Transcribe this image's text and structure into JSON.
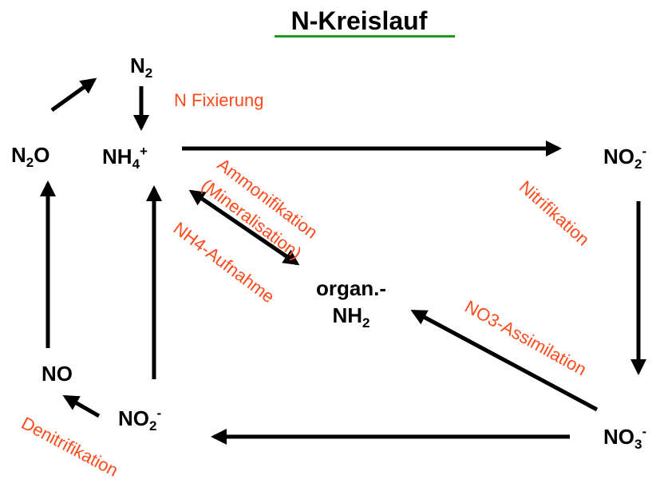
{
  "title": "N-Kreislauf",
  "colors": {
    "process_text": "#ff4a1c",
    "title_underline": "#1f9a1f",
    "node_text": "#000000"
  },
  "nodes": {
    "n2": {
      "base": "N",
      "sub": "2",
      "sup": ""
    },
    "nh4": {
      "base": "NH",
      "sub": "4",
      "sup": "+"
    },
    "n2o": {
      "pre": "N",
      "sub": "2",
      "post": "O"
    },
    "no2_right": {
      "base": "NO",
      "sub": "2",
      "sup": "-"
    },
    "organ": {
      "line1": "organ.-",
      "base": "NH",
      "sub": "2"
    },
    "no": "NO",
    "no2_left": {
      "base": "NO",
      "sub": "2",
      "sup": "-"
    },
    "no3": {
      "base": "NO",
      "sub": "3",
      "sup": "-"
    }
  },
  "processes": {
    "fixierung": "N Fixierung",
    "ammonifikation": "Ammonifikation",
    "mineralisation": "(Mineralisation)",
    "nh4_aufnahme": "NH4-Aufnahme",
    "nitrifikation": "Nitrifikation",
    "no3_assimilation": "NO3-Assimilation",
    "denitrifikation": "Denitrifikation"
  }
}
